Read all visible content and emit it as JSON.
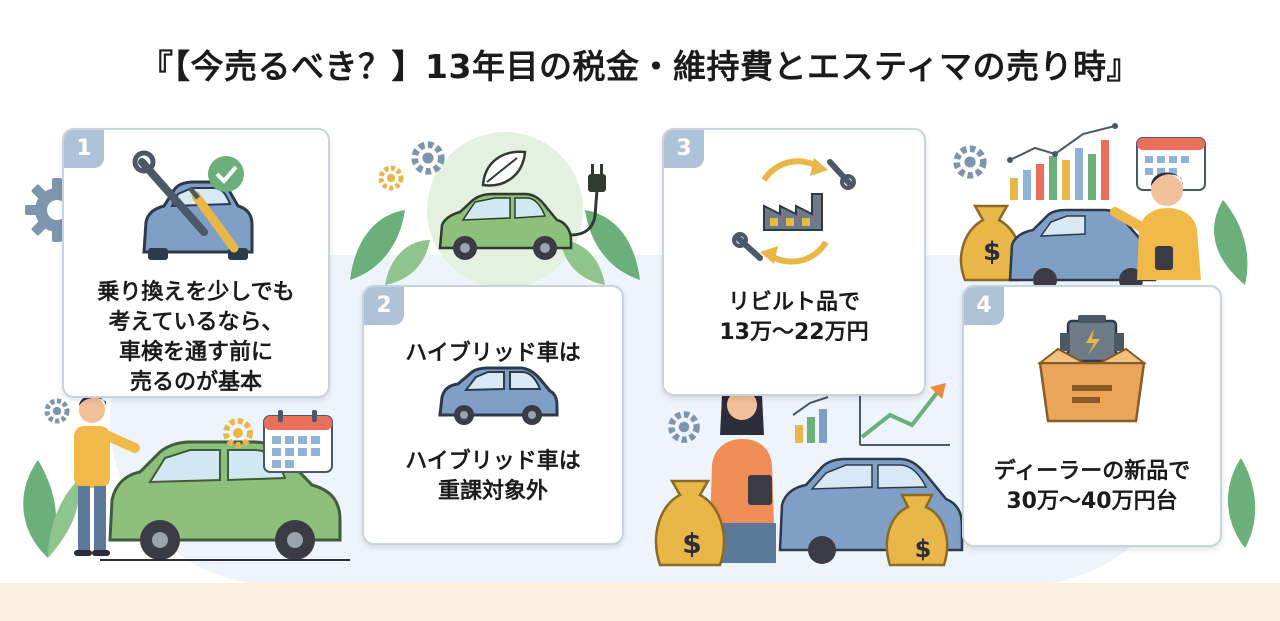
{
  "title": "『【今売るべき？】13年目の税金・維持費とエスティマの売り時』",
  "cards": [
    {
      "number": "1",
      "lines": [
        "乗り換えを少しでも",
        "考えているなら、",
        "車検を通す前に",
        "売るのが基本"
      ]
    },
    {
      "number": "2",
      "heading": "ハイブリッド車は",
      "lines": [
        "ハイブリッド車は",
        "重課対象外"
      ]
    },
    {
      "number": "3",
      "lines": [
        "リビルト品で",
        "13万～22万円"
      ]
    },
    {
      "number": "4",
      "lines": [
        "ディーラーの新品で",
        "30万～40万円台"
      ]
    }
  ],
  "icons": {
    "dollar": "$"
  },
  "colors": {
    "card_border": "#c9d3de",
    "number_badge": "#aec3d8",
    "blue_car": "#7f9fc7",
    "green_car": "#8dc07a",
    "leaf": "#5aa86b",
    "money_bag": "#e9b748",
    "orange_arrow": "#ef8a3c",
    "background_blob": "#eef4fb",
    "footer_band": "#fbeedf"
  }
}
